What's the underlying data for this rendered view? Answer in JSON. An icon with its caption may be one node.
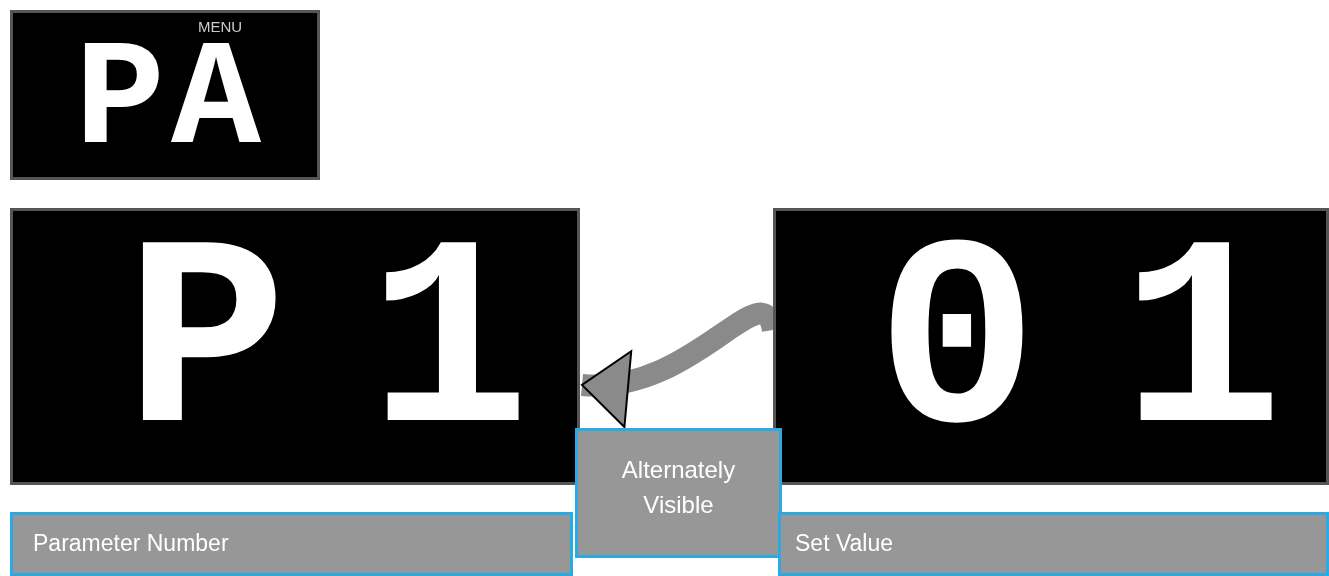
{
  "diagram": {
    "nodes": [
      {
        "text": [
          "MENU",
          "PA"
        ]
      },
      {
        "text": [
          "P",
          "1"
        ]
      },
      {
        "text": [
          "0",
          "1"
        ]
      },
      {
        "text": [
          "Parameter Number"
        ]
      },
      {
        "text": [
          "Alternately Visible"
        ]
      },
      {
        "text": [
          "Set Value"
        ]
      }
    ],
    "edges": [
      {
        "from": 2,
        "to": 1,
        "arrow": "to"
      }
    ]
  }
}
